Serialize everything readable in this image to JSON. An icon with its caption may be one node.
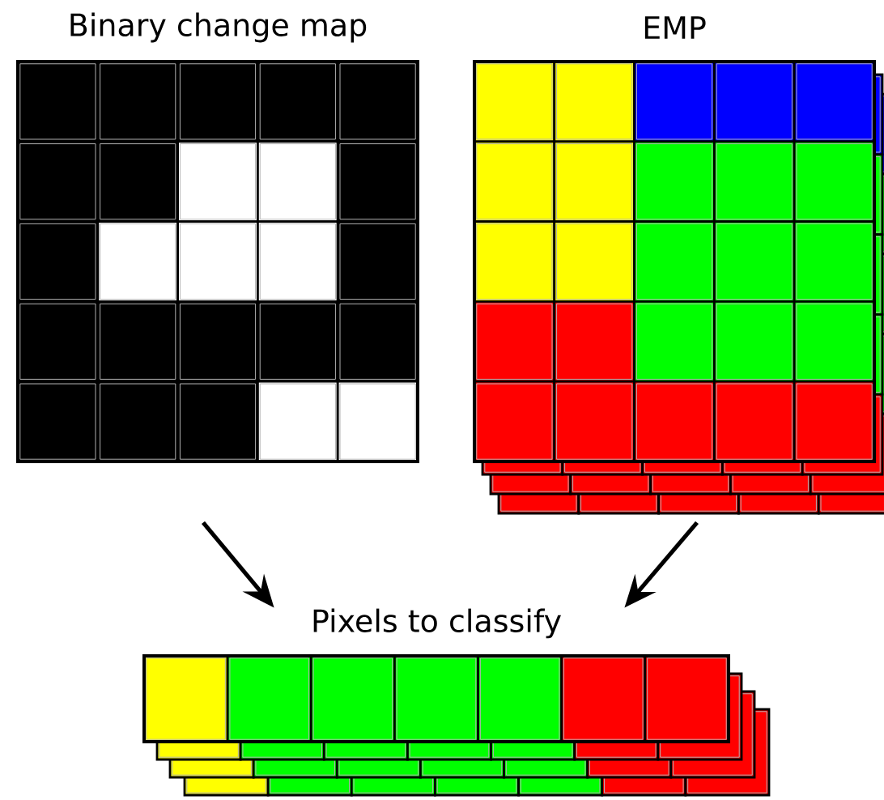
{
  "diagram": {
    "nodes": [
      {
        "text": [
          "Binary change map"
        ]
      },
      {
        "text": [
          "EMP"
        ]
      },
      {
        "text": [
          "Pixels to classify"
        ]
      }
    ],
    "edges": [
      {
        "from": 0,
        "to": 2,
        "arrow": "to"
      },
      {
        "from": 1,
        "to": 2,
        "arrow": "to"
      }
    ]
  }
}
